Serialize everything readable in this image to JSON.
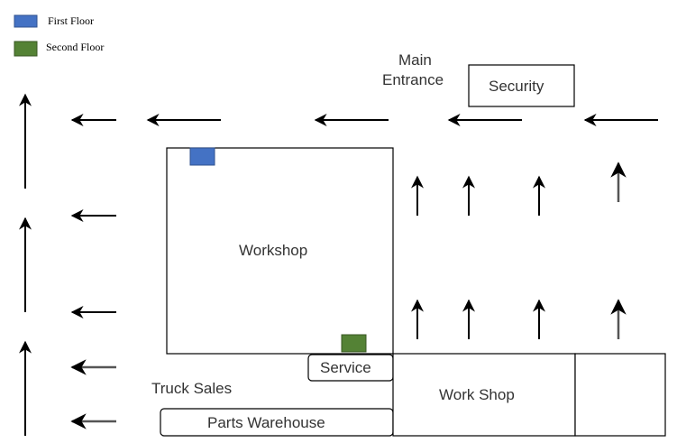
{
  "legend": {
    "items": [
      {
        "label": "First Floor",
        "color": "#4472C4"
      },
      {
        "label": "Second Floor",
        "color": "#548235"
      }
    ]
  },
  "labels": {
    "main_entrance_line1": "Main",
    "main_entrance_line2": "Entrance",
    "security": "Security",
    "workshop": "Workshop",
    "service": "Service",
    "truck_sales": "Truck Sales",
    "parts_warehouse": "Parts Warehouse",
    "work_shop": "Work Shop"
  },
  "markers": {
    "first_floor_color": "#4472C4",
    "second_floor_color": "#548235",
    "service_entry_color": "#0070C0"
  },
  "icons": {
    "flow_arrow": "arrow-icon"
  }
}
